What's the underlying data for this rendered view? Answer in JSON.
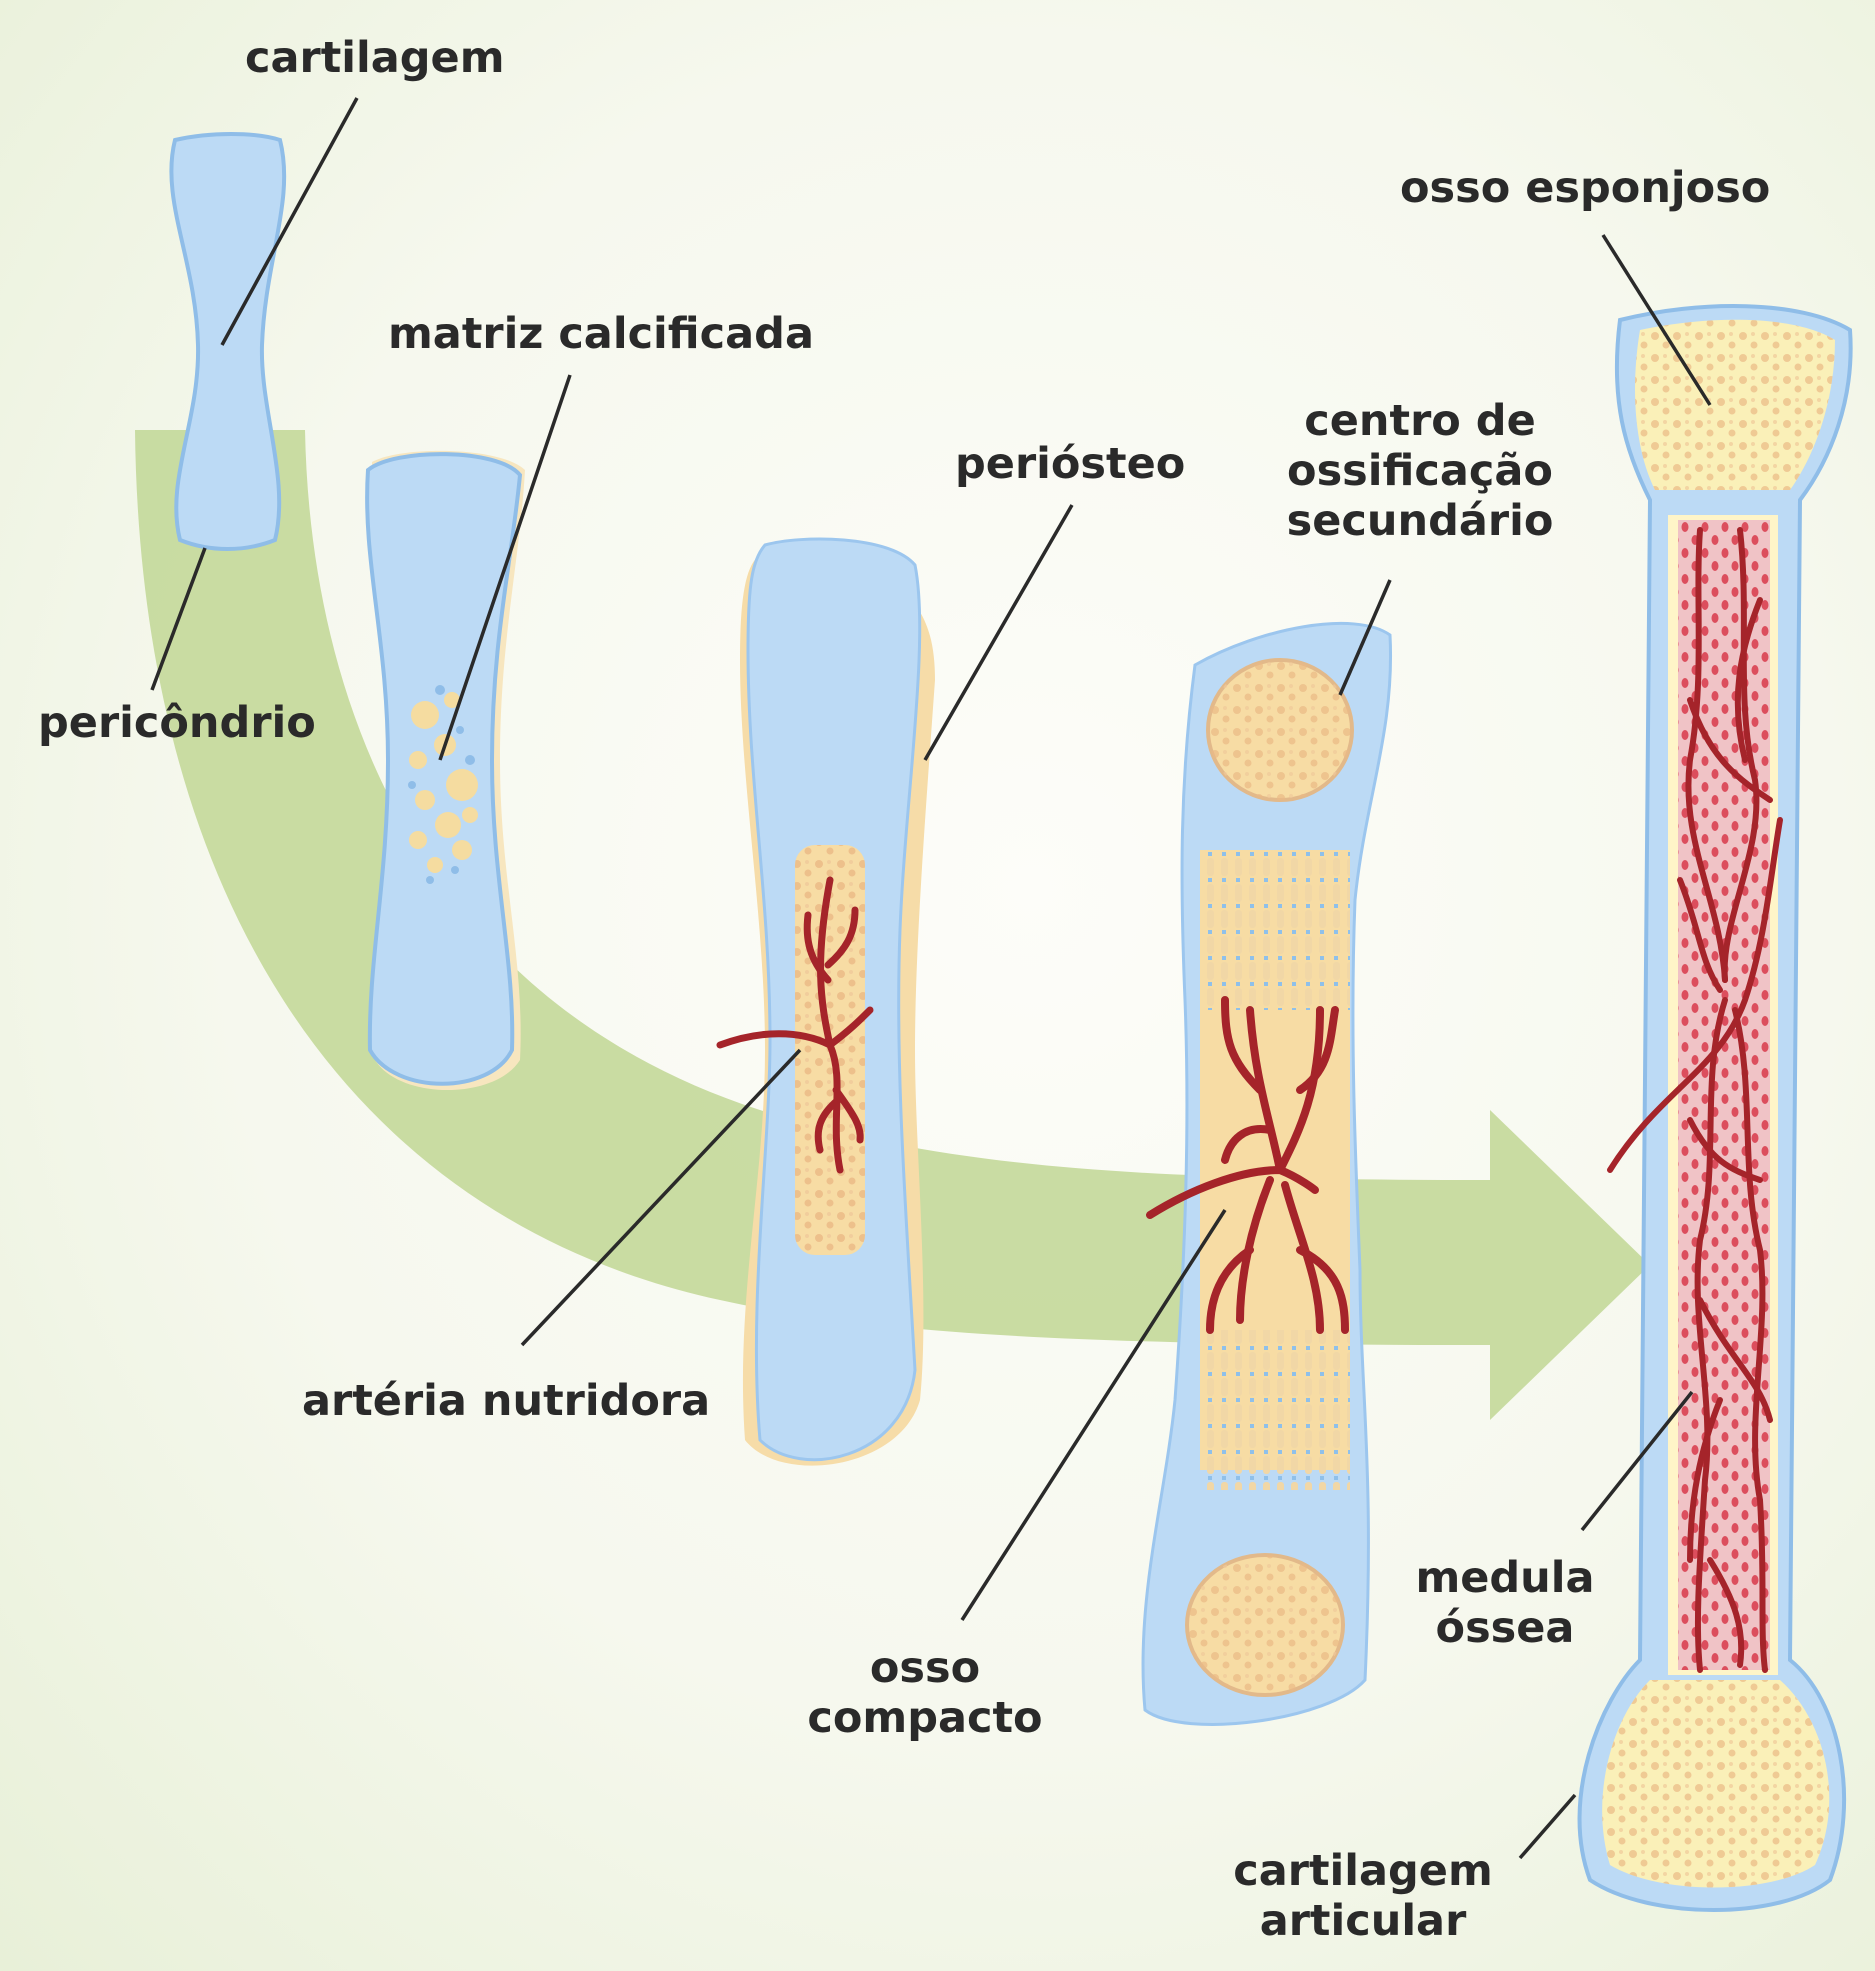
{
  "labels": {
    "cartilagem": "cartilagem",
    "pericondrio": "pericôndrio",
    "matriz_calcificada": "matriz calcificada",
    "periosteo": "periósteo",
    "arteria_nutridora": "artéria nutridora",
    "centro_ossificacao": [
      "centro de",
      "ossificação",
      "secundário"
    ],
    "osso_compacto": [
      "osso",
      "compacto"
    ],
    "osso_esponjoso": "osso esponjoso",
    "medula_ossea": [
      "medula",
      "óssea"
    ],
    "cartilagem_articular": [
      "cartilagem",
      "articular"
    ]
  },
  "colors": {
    "cartilage_blue": "#bcdaf5",
    "cartilage_outline": "#8fbde8",
    "bone_yellow": "#f7dca4",
    "bone_dots": "#e9b781",
    "artery_red": "#a5242a",
    "marrow_pink": "#e7a3ad",
    "arrow_green": "#c4d99b",
    "text": "#2a2a2a"
  }
}
